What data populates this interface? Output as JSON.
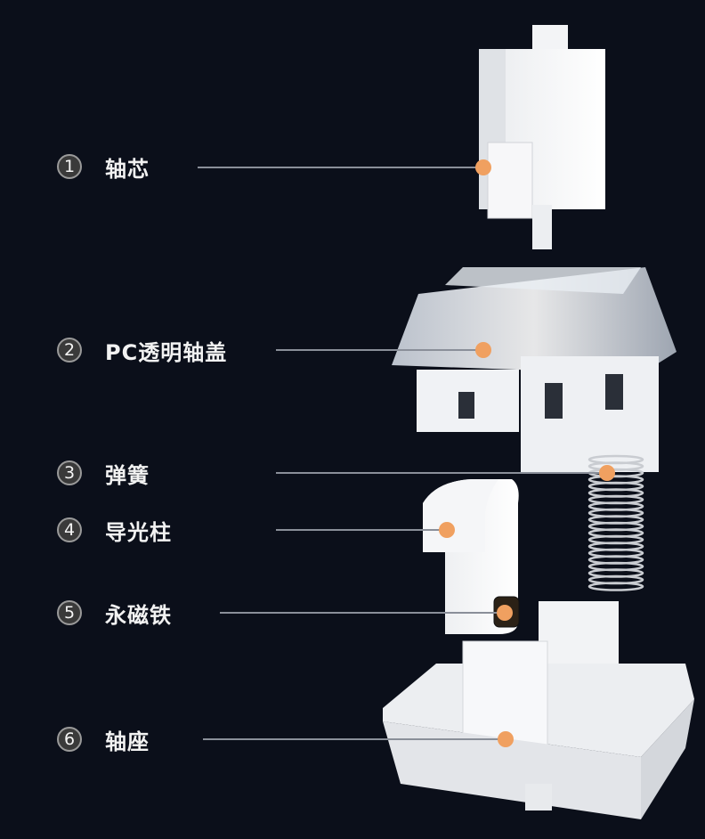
{
  "parts": [
    {
      "number": "1",
      "label": "轴芯"
    },
    {
      "number": "2",
      "label": "PC透明轴盖"
    },
    {
      "number": "3",
      "label": "弹簧"
    },
    {
      "number": "4",
      "label": "导光柱"
    },
    {
      "number": "5",
      "label": "永磁铁"
    },
    {
      "number": "6",
      "label": "轴座"
    }
  ],
  "colors": {
    "background": "#0b0f1a",
    "marker": "#f0a060",
    "leader": "#8a8f99"
  }
}
